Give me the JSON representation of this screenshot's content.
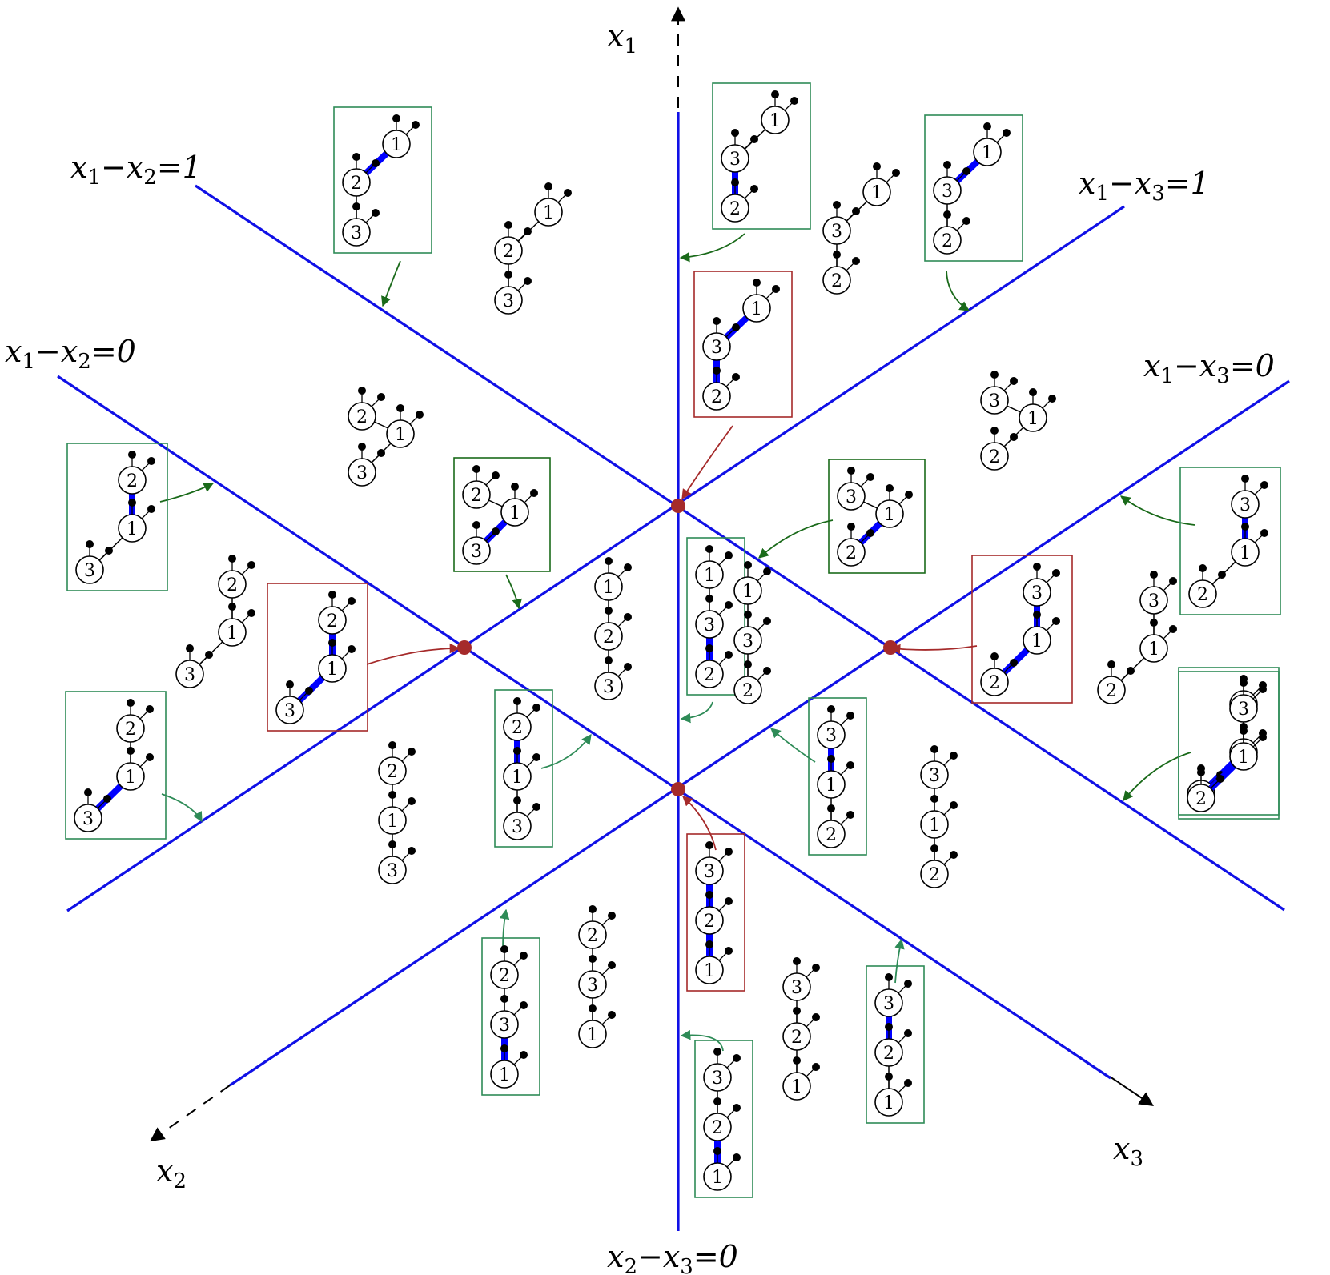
{
  "axes": {
    "x1": {
      "name": "x",
      "index": "1"
    },
    "x2": {
      "name": "x",
      "index": "2"
    },
    "x3": {
      "name": "x",
      "index": "3"
    }
  },
  "lines": [
    {
      "id": "x1-x2-1",
      "a": "x",
      "ai": "1",
      "op": "−",
      "b": "x",
      "bi": "2",
      "eq": "=",
      "c": "1"
    },
    {
      "id": "x1-x2-0",
      "a": "x",
      "ai": "1",
      "op": "−",
      "b": "x",
      "bi": "2",
      "eq": "=",
      "c": "0"
    },
    {
      "id": "x1-x3-1",
      "a": "x",
      "ai": "1",
      "op": "−",
      "b": "x",
      "bi": "3",
      "eq": "=",
      "c": "1"
    },
    {
      "id": "x1-x3-0",
      "a": "x",
      "ai": "1",
      "op": "−",
      "b": "x",
      "bi": "3",
      "eq": "=",
      "c": "0"
    },
    {
      "id": "x2-x3-0",
      "a": "x",
      "ai": "2",
      "op": "−",
      "b": "x",
      "bi": "3",
      "eq": "=",
      "c": "0"
    }
  ],
  "colors": {
    "hyperplane": "#1010e6",
    "vertex": "#a52a2a",
    "box_red": "#a52a2a",
    "box_green": "#2e8b57",
    "box_darkgreen": "#1a6a1a",
    "thick_edge": "#0000ff"
  },
  "trees": [
    {
      "box": "green",
      "nodes": [
        "1",
        "2",
        "3"
      ],
      "edges": [
        [
          0,
          1,
          true
        ],
        [
          1,
          2,
          false
        ]
      ],
      "shape": "diagR"
    },
    {
      "box": "none",
      "nodes": [
        "1",
        "2",
        "3"
      ],
      "edges": [
        [
          0,
          1,
          false
        ],
        [
          1,
          2,
          false
        ]
      ],
      "shape": "diagR"
    },
    {
      "box": "green",
      "nodes": [
        "1",
        "3",
        "2"
      ],
      "edges": [
        [
          0,
          1,
          false
        ],
        [
          1,
          2,
          true
        ]
      ],
      "shape": "diagR"
    },
    {
      "box": "none",
      "nodes": [
        "1",
        "3",
        "2"
      ],
      "edges": [
        [
          0,
          1,
          false
        ],
        [
          1,
          2,
          false
        ]
      ],
      "shape": "diagR"
    },
    {
      "box": "green",
      "nodes": [
        "1",
        "3",
        "2"
      ],
      "edges": [
        [
          0,
          1,
          true
        ],
        [
          1,
          2,
          false
        ]
      ],
      "shape": "diagR"
    },
    {
      "box": "red",
      "nodes": [
        "1",
        "3",
        "2"
      ],
      "edges": [
        [
          0,
          1,
          true
        ],
        [
          1,
          2,
          true
        ]
      ],
      "shape": "diagR"
    },
    {
      "box": "none",
      "nodes": [
        "2",
        "1",
        "3"
      ],
      "edges": [
        [
          0,
          1,
          false
        ],
        [
          1,
          2,
          false
        ]
      ],
      "shape": "fork"
    },
    {
      "box": "none",
      "nodes": [
        "3",
        "1",
        "2"
      ],
      "edges": [
        [
          0,
          1,
          false
        ],
        [
          1,
          2,
          false
        ]
      ],
      "shape": "fork"
    },
    {
      "box": "green",
      "nodes": [
        "2",
        "1",
        "3"
      ],
      "edges": [
        [
          0,
          1,
          true
        ],
        [
          1,
          2,
          false
        ]
      ],
      "shape": "diagL"
    },
    {
      "box": "darkgreen",
      "nodes": [
        "2",
        "1",
        "3"
      ],
      "edges": [
        [
          0,
          1,
          false
        ],
        [
          1,
          2,
          true
        ]
      ],
      "shape": "fork"
    },
    {
      "box": "darkgreen",
      "nodes": [
        "3",
        "1",
        "2"
      ],
      "edges": [
        [
          0,
          1,
          false
        ],
        [
          1,
          2,
          true
        ]
      ],
      "shape": "fork"
    },
    {
      "box": "green",
      "nodes": [
        "3",
        "1",
        "2"
      ],
      "edges": [
        [
          0,
          1,
          true
        ],
        [
          1,
          2,
          false
        ]
      ],
      "shape": "diagL"
    },
    {
      "box": "none",
      "nodes": [
        "2",
        "1",
        "3"
      ],
      "edges": [
        [
          0,
          1,
          false
        ],
        [
          1,
          2,
          false
        ]
      ],
      "shape": "diagL"
    },
    {
      "box": "red",
      "nodes": [
        "2",
        "1",
        "3"
      ],
      "edges": [
        [
          0,
          1,
          true
        ],
        [
          1,
          2,
          true
        ]
      ],
      "shape": "diagL"
    },
    {
      "box": "none",
      "nodes": [
        "1",
        "2",
        "3"
      ],
      "edges": [
        [
          0,
          1,
          false
        ],
        [
          1,
          2,
          false
        ]
      ],
      "shape": "vert"
    },
    {
      "box": "green",
      "nodes": [
        "1",
        "3",
        "2"
      ],
      "edges": [
        [
          0,
          1,
          false
        ],
        [
          1,
          2,
          true
        ]
      ],
      "shape": "vert"
    },
    {
      "box": "none",
      "nodes": [
        "1",
        "3",
        "2"
      ],
      "edges": [
        [
          0,
          1,
          false
        ],
        [
          1,
          2,
          false
        ]
      ],
      "shape": "vert"
    },
    {
      "box": "red",
      "nodes": [
        "3",
        "1",
        "2"
      ],
      "edges": [
        [
          0,
          1,
          true
        ],
        [
          1,
          2,
          true
        ]
      ],
      "shape": "diagL"
    },
    {
      "box": "none",
      "nodes": [
        "3",
        "1",
        "2"
      ],
      "edges": [
        [
          0,
          1,
          false
        ],
        [
          1,
          2,
          false
        ]
      ],
      "shape": "diagL"
    },
    {
      "box": "green",
      "nodes": [
        "3",
        "1",
        "2"
      ],
      "edges": [
        [
          0,
          1,
          false
        ],
        [
          1,
          2,
          true
        ]
      ],
      "shape": "diagL"
    },
    {
      "box": "green",
      "nodes": [
        "2",
        "1",
        "3"
      ],
      "edges": [
        [
          0,
          1,
          false
        ],
        [
          1,
          2,
          true
        ]
      ],
      "shape": "diagL"
    },
    {
      "box": "green",
      "nodes": [
        "2",
        "1",
        "3"
      ],
      "edges": [
        [
          0,
          1,
          true
        ],
        [
          1,
          2,
          false
        ]
      ],
      "shape": "vert"
    },
    {
      "box": "none",
      "nodes": [
        "2",
        "1",
        "3"
      ],
      "edges": [
        [
          0,
          1,
          false
        ],
        [
          1,
          2,
          false
        ]
      ],
      "shape": "vert"
    },
    {
      "box": "green",
      "nodes": [
        "3",
        "1",
        "2"
      ],
      "edges": [
        [
          0,
          1,
          true
        ],
        [
          1,
          2,
          false
        ]
      ],
      "shape": "vert"
    },
    {
      "box": "none",
      "nodes": [
        "3",
        "1",
        "2"
      ],
      "edges": [
        [
          0,
          1,
          false
        ],
        [
          1,
          2,
          false
        ]
      ],
      "shape": "vert"
    },
    {
      "box": "green",
      "nodes": [
        "3",
        "1",
        "2"
      ],
      "edges": [
        [
          0,
          1,
          false
        ],
        [
          1,
          2,
          true
        ]
      ],
      "shape": "diagL"
    },
    {
      "box": "red",
      "nodes": [
        "3",
        "2",
        "1"
      ],
      "edges": [
        [
          0,
          1,
          true
        ],
        [
          1,
          2,
          true
        ]
      ],
      "shape": "vert"
    },
    {
      "box": "green",
      "nodes": [
        "2",
        "3",
        "1"
      ],
      "edges": [
        [
          0,
          1,
          false
        ],
        [
          1,
          2,
          true
        ]
      ],
      "shape": "vert"
    },
    {
      "box": "none",
      "nodes": [
        "2",
        "3",
        "1"
      ],
      "edges": [
        [
          0,
          1,
          false
        ],
        [
          1,
          2,
          false
        ]
      ],
      "shape": "vert"
    },
    {
      "box": "green",
      "nodes": [
        "3",
        "2",
        "1"
      ],
      "edges": [
        [
          0,
          1,
          true
        ],
        [
          1,
          2,
          false
        ]
      ],
      "shape": "vert"
    },
    {
      "box": "none",
      "nodes": [
        "3",
        "2",
        "1"
      ],
      "edges": [
        [
          0,
          1,
          false
        ],
        [
          1,
          2,
          false
        ]
      ],
      "shape": "vert"
    },
    {
      "box": "green",
      "nodes": [
        "3",
        "2",
        "1"
      ],
      "edges": [
        [
          0,
          1,
          false
        ],
        [
          1,
          2,
          true
        ]
      ],
      "shape": "vert"
    }
  ]
}
